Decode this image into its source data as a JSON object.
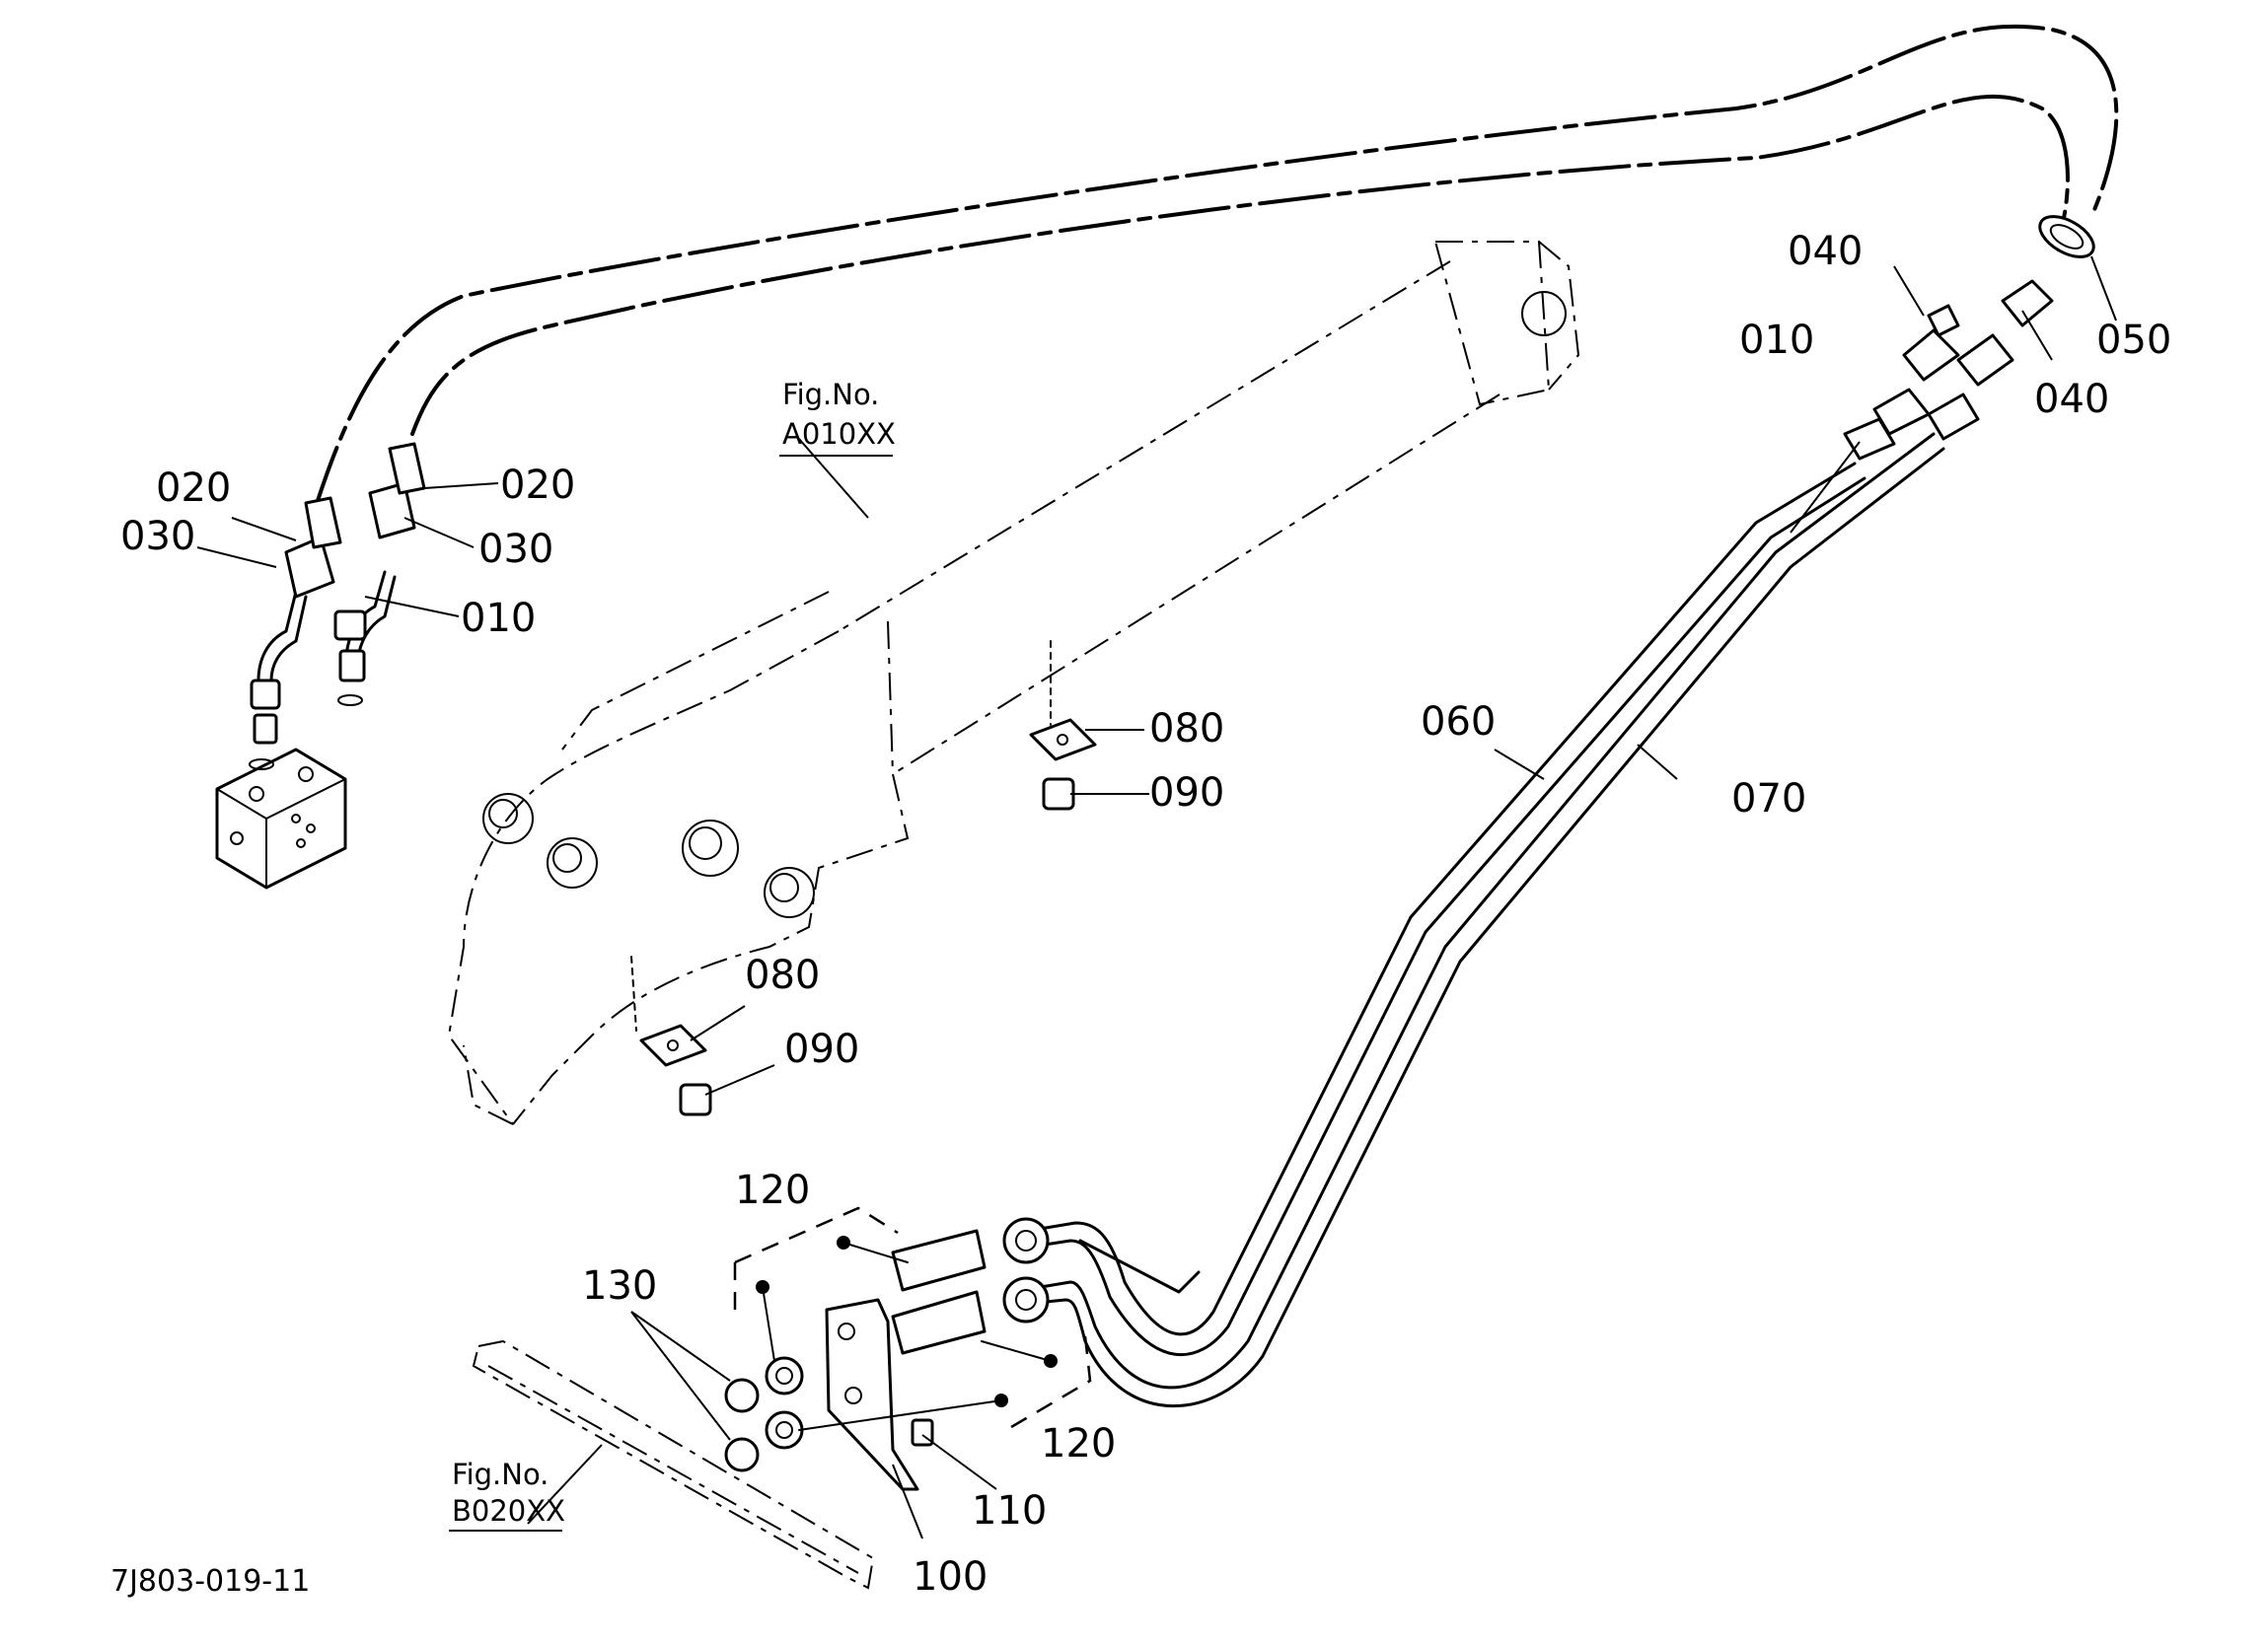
{
  "labels": {
    "p010_left": "010",
    "p010_right": "010",
    "p020_a": "020",
    "p020_b": "020",
    "p030_a": "030",
    "p030_b": "030",
    "p040_a": "040",
    "p040_b": "040",
    "p050": "050",
    "p060": "060",
    "p070": "070",
    "p080_a": "080",
    "p080_b": "080",
    "p090_a": "090",
    "p090_b": "090",
    "p100": "100",
    "p110": "110",
    "p120_a": "120",
    "p120_b": "120",
    "p130": "130"
  },
  "fig_refs": {
    "upper": {
      "line1": "Fig.No.",
      "line2": "A010XX"
    },
    "lower": {
      "line1": "Fig.No.",
      "line2": "B020XX"
    }
  },
  "drawing_code": "7J803-019-11",
  "icons": {
    "hoses": "hydraulic-hose-icon",
    "pipes": "pipe-icon",
    "boom": "boom-outline-icon",
    "valve": "valve-block-icon"
  }
}
